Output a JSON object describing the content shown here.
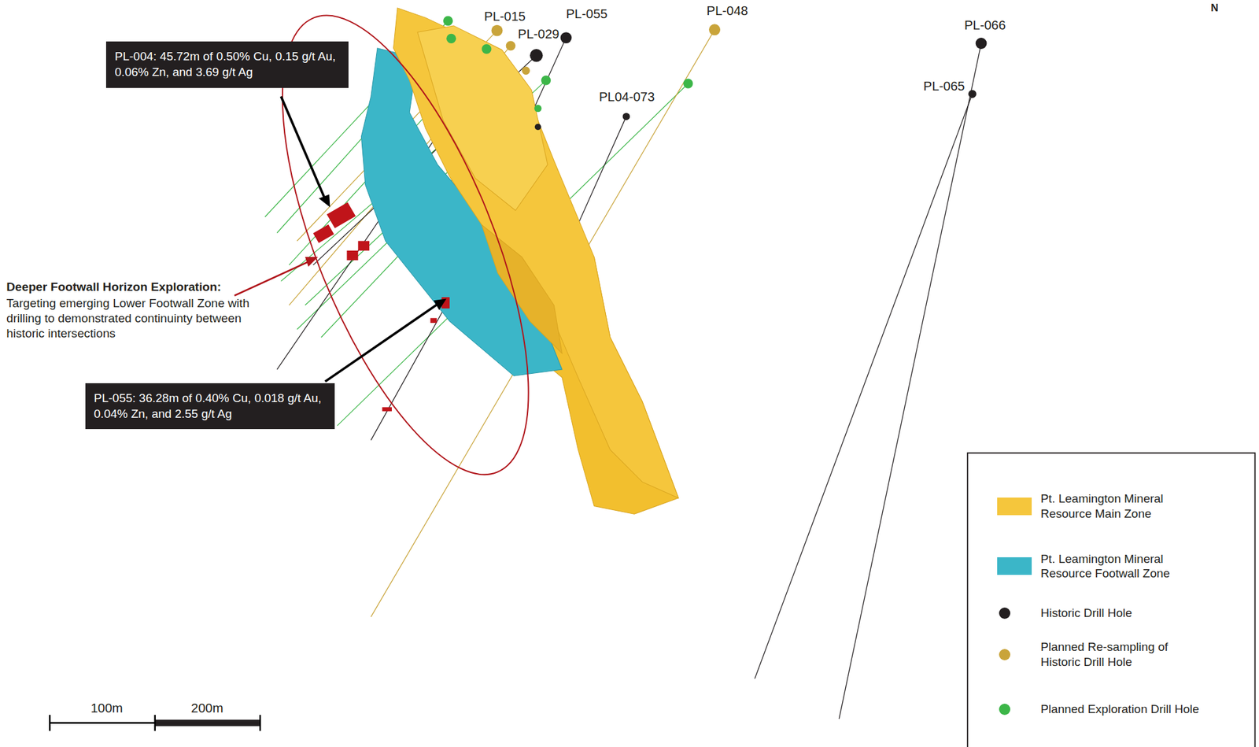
{
  "diagram": {
    "nodes": [
      {
        "text": [
          "PL-004: 45.72m of 0.50% Cu, 0.15 g/t Au, 0.06% Zn, and 3.69 g/t Ag"
        ]
      },
      {
        "text": [
          "PL-055: 36.28m of 0.40% Cu, 0.018 g/t Au, 0.04% Zn, and 2.55 g/t Ag"
        ]
      }
    ],
    "edges": [],
    "labels": [
      "PL-015",
      "PL-055",
      "PL-029",
      "PL-048",
      "PL-066",
      "PL-065",
      "PL04-073",
      "Deeper Footwall Horizon Exploration:",
      "Targeting emerging Lower Footwall Zone with drilling to demonstrated continuinty between historic intersections",
      "100m",
      "200m",
      "N"
    ],
    "legend": [
      {
        "text": "Pt. Leamington Mineral Resource Main Zone",
        "color": "#f5c63c"
      },
      {
        "text": "Pt. Leamington Mineral Resource Footwall Zone",
        "color": "#3bb6c8"
      },
      {
        "text": "Historic Drill Hole",
        "color": "#231f20"
      },
      {
        "text": "Planned Re-sampling of Historic Drill Hole",
        "color": "#c9a43a"
      },
      {
        "text": "Planned Exploration Drill Hole",
        "color": "#3cb648"
      }
    ]
  }
}
